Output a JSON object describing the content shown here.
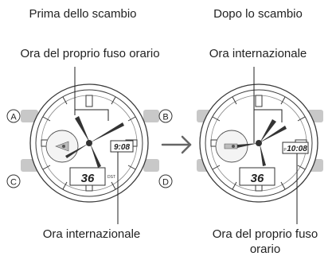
{
  "left_panel": {
    "heading": "Prima dello scambio",
    "top_label": "Ora del proprio fuso orario",
    "bottom_label": "Ora internazionale",
    "digital_time": "9:08",
    "date_display": "36",
    "dst_mark": "DST",
    "buttons": {
      "a": "A",
      "b": "B",
      "c": "C",
      "d": "D"
    }
  },
  "right_panel": {
    "heading": "Dopo lo scambio",
    "top_label": "Ora internazionale",
    "bottom_label_line1": "Ora del proprio fuso",
    "bottom_label_line2": "orario",
    "digital_time": "10:08",
    "pm_mark": "P",
    "date_display": "36"
  },
  "arrow_icon": "right-arrow",
  "colors": {
    "line": "#3a3a3a",
    "hand": "#333333",
    "button_fill": "#c8c8c8",
    "bezel": "#d9d9d9",
    "lcd": "#222222"
  }
}
